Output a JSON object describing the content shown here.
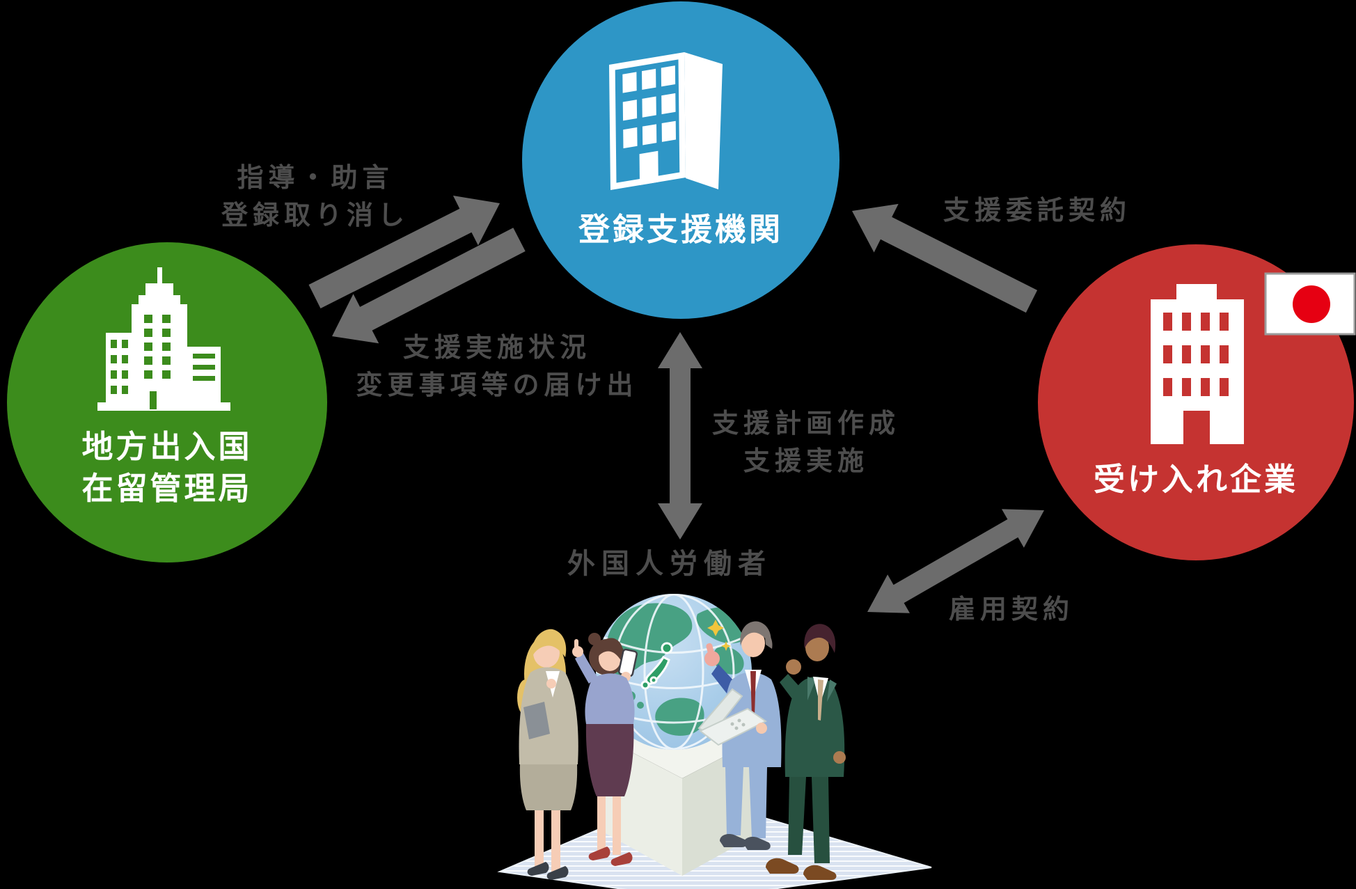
{
  "nodes": {
    "support_org": {
      "label": "登録支援機関"
    },
    "immigration_bureau": {
      "line1": "地方出入国",
      "line2": "在留管理局"
    },
    "accepting_company": {
      "label": "受け入れ企業"
    },
    "foreign_workers": {
      "label": "外国人労働者"
    }
  },
  "edges": {
    "guidance": {
      "line1": "指導・助言",
      "line2": "登録取り消し"
    },
    "report": {
      "line1": "支援実施状況",
      "line2": "変更事項等の届け出"
    },
    "consignment": {
      "label": "支援委託契約"
    },
    "support_plan": {
      "line1": "支援計画作成",
      "line2": "支援実施"
    },
    "employment": {
      "label": "雇用契約"
    }
  },
  "colors": {
    "bureau_green": "#3C8C1C",
    "support_blue": "#2E96C6",
    "company_red": "#C53331",
    "flag_red": "#E60012",
    "arrow_gray": "#6C6C6C",
    "label_gray": "#4D4D4D",
    "circle_text": "#FFFFFF",
    "ocean_blue": "#A9CDE9",
    "land_green": "#48A183"
  },
  "icons": {
    "support-org-building-icon": "3d office building",
    "immigration-building-icon": "government building with towers",
    "company-building-icon": "office tower building",
    "japan-flag-icon": "flag of Japan",
    "globe-icon": "globe with continents and Japan highlighted",
    "workers-illustration": "four business people standing around a globe pedestal"
  }
}
